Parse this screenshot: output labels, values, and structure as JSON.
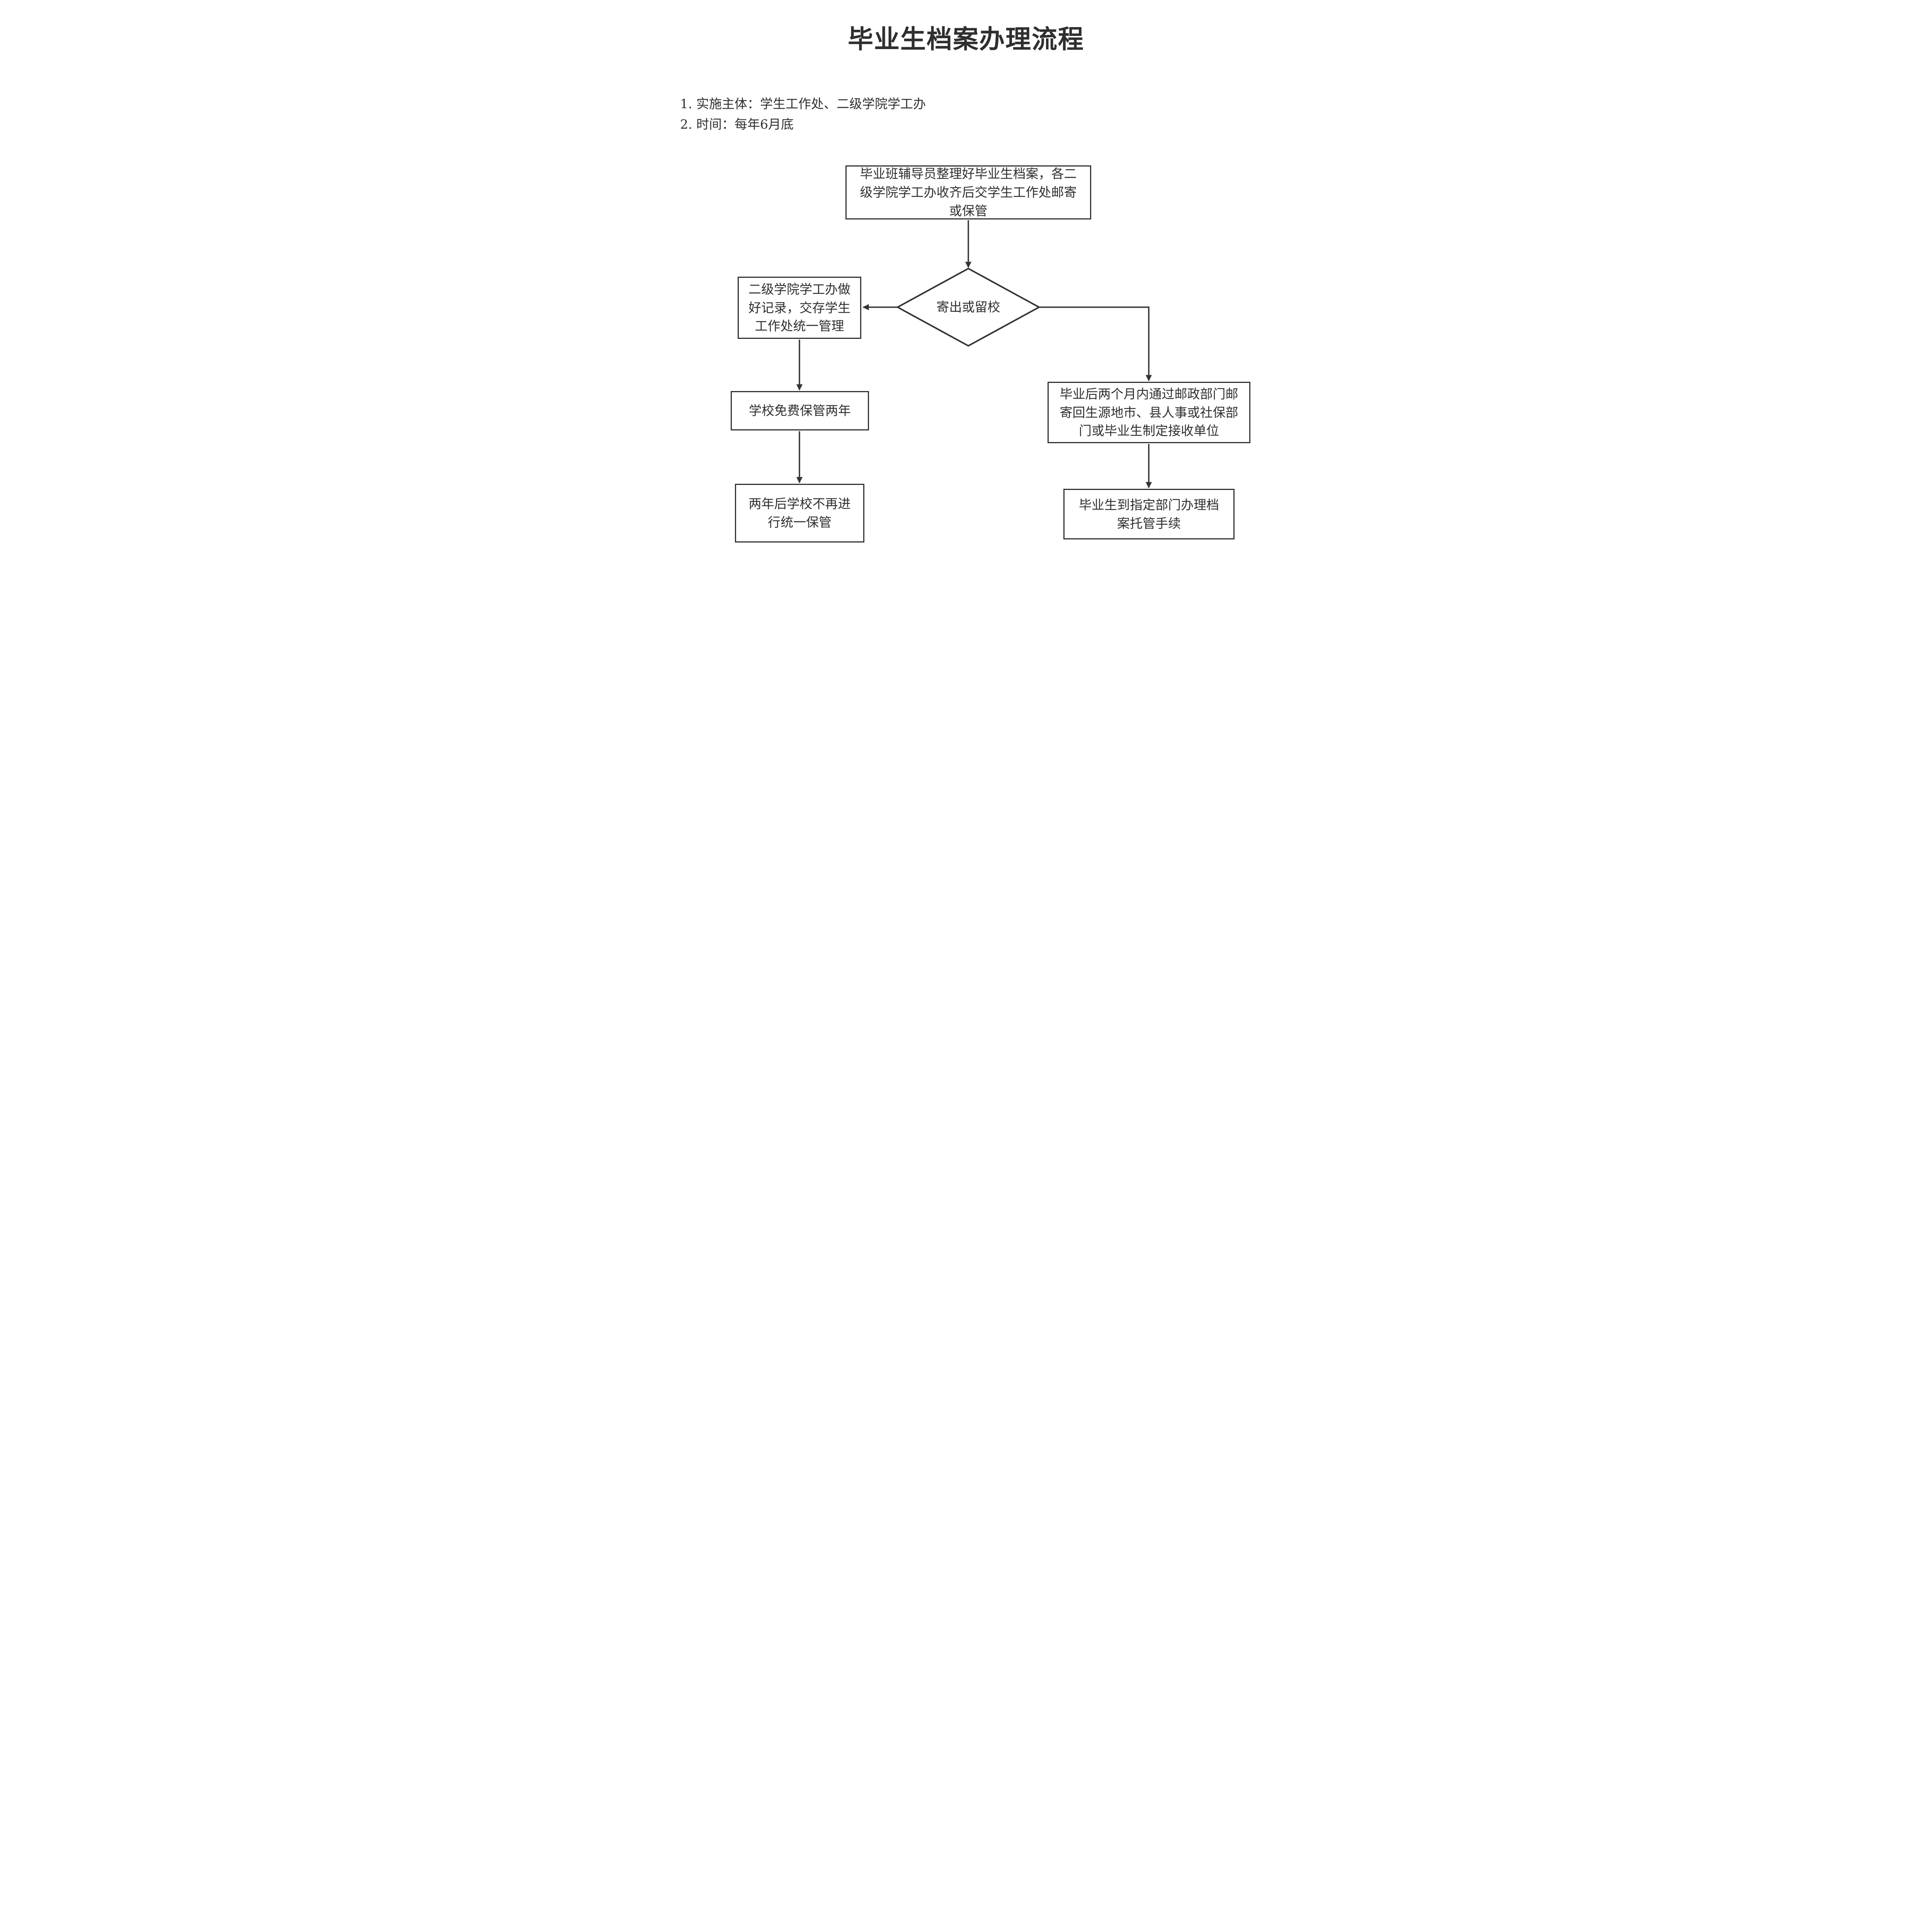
{
  "title": "毕业生档案办理流程",
  "notes": [
    "1. 实施主体：学生工作处、二级学院学工办",
    "2. 时间：每年6月底"
  ],
  "nodes": {
    "start": "毕业班辅导员整理好毕业生档案，各二\n级学院学工办收齐后交学生工作处邮寄\n或保管",
    "decision": "寄出或留校",
    "keep_record": "二级学院学工办做\n好记录，交存学生\n工作处统一管理",
    "keep_two_years": "学校免费保管两年",
    "no_longer_keep": "两年后学校不再进\n行统一保管",
    "mail_back": "毕业后两个月内通过邮政部门邮\n寄回生源地市、县人事或社保部\n门或毕业生制定接收单位",
    "trusteeship": "毕业生到指定部门办理档\n案托管手续"
  },
  "colors": {
    "stroke": "#333333",
    "text": "#2f2f2f",
    "background": "#ffffff"
  }
}
